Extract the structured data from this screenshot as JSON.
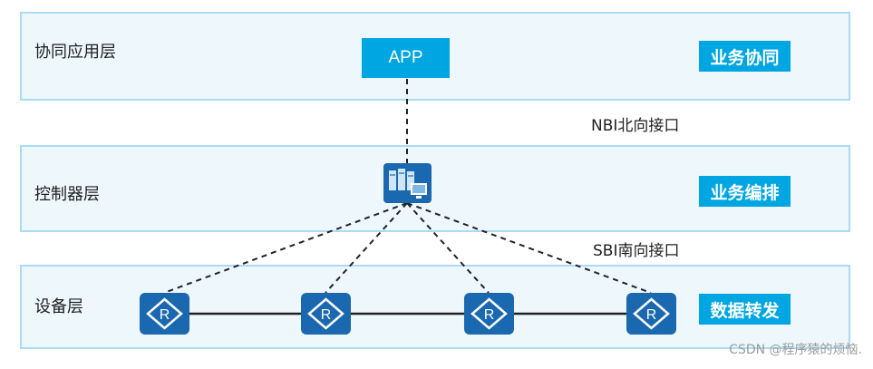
{
  "layers": {
    "app": {
      "label": "协同应用层",
      "tag": "业务协同"
    },
    "controller": {
      "label": "控制器层",
      "tag": "业务编排"
    },
    "device": {
      "label": "设备层",
      "tag": "数据转发"
    }
  },
  "app_box": {
    "label": "APP"
  },
  "interfaces": {
    "north": "NBI北向接口",
    "south": "SBI南向接口"
  },
  "router_glyph": "R",
  "watermark": "CSDN @程序猿的烦恼.",
  "colors": {
    "layer_fill": "#eef7fc",
    "layer_border": "#a9dbf3",
    "accent": "#00a6e2",
    "node_blue": "#1a68b0"
  }
}
